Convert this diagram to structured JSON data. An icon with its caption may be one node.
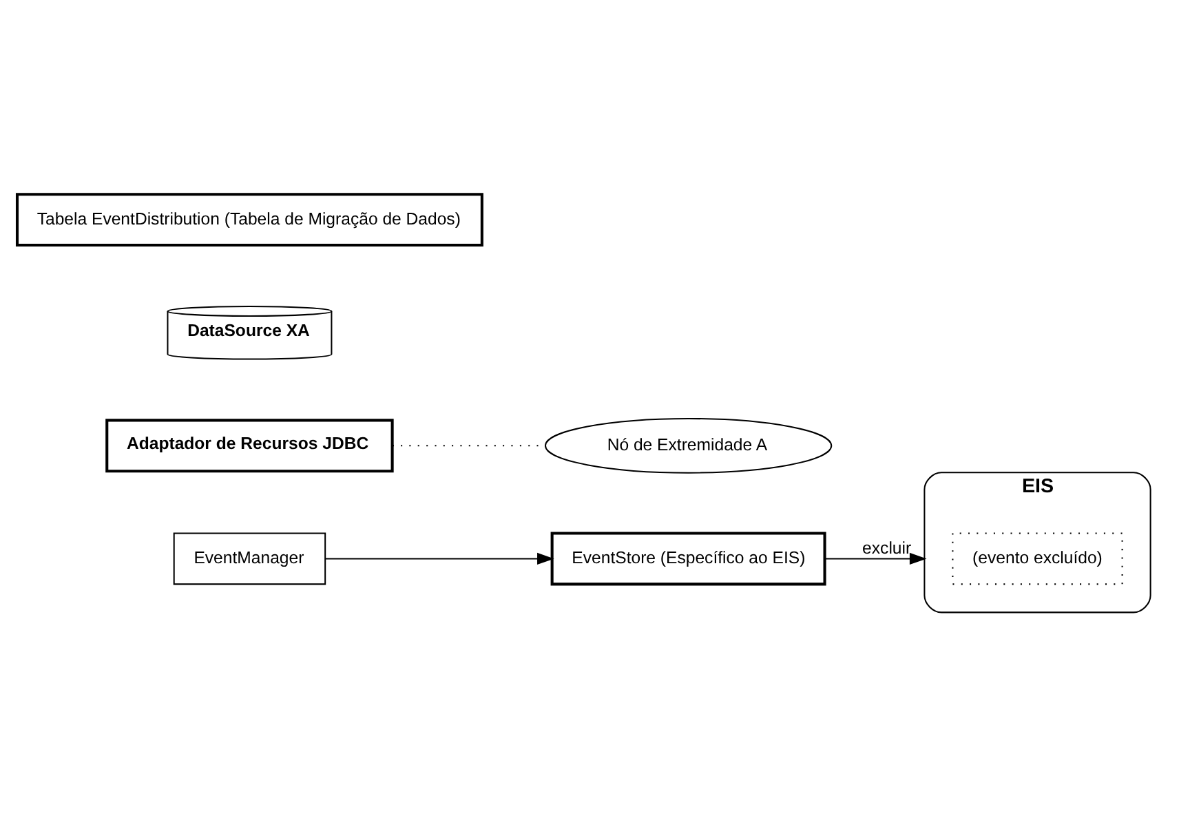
{
  "diagram": {
    "nodes": [
      {
        "text": [
          "EIS"
        ]
      },
      {
        "text": [
          "(evento excluído)"
        ],
        "in": 0
      },
      {
        "text": [
          "EventStore (Específico ao EIS)"
        ]
      },
      {
        "text": [
          "EventManager"
        ]
      },
      {
        "text": [
          "Adaptador de Recursos JDBC"
        ]
      },
      {
        "text": [
          "Nó de Extremidade A"
        ]
      },
      {
        "text": [
          "DataSource XA"
        ]
      },
      {
        "text": [
          "Tabela EventDistribution (Tabela de Migração de Dados)"
        ]
      }
    ],
    "edges": [
      {
        "from": 2,
        "to": 0,
        "arrow": "to",
        "label": "excluir"
      },
      {
        "from": 3,
        "to": 2,
        "arrow": "to"
      },
      {
        "from": 4,
        "to": 5,
        "arrow": "none",
        "style": "dashed"
      }
    ]
  }
}
